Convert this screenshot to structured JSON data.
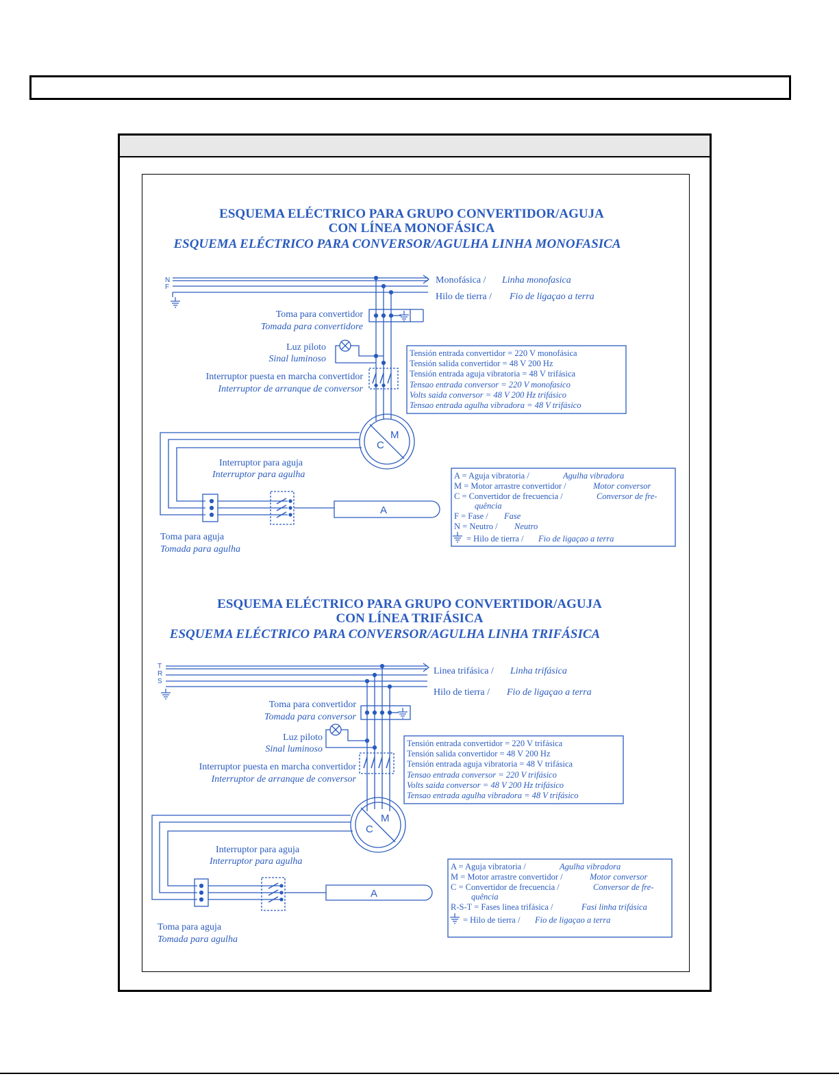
{
  "colors": {
    "ink": "#2a5bbf",
    "frame": "#000000",
    "header": "#e8e8e8"
  },
  "mono": {
    "title1": "ESQUEMA ELÉCTRICO PARA GRUPO CONVERTIDOR/AGUJA",
    "title2": "CON LÍNEA MONOFÁSICA",
    "title3": "ESQUEMA ELÉCTRICO PARA CONVERSOR/AGULHA LINHA MONOFASICA",
    "line_n": "N",
    "line_f": "F",
    "line_label_es": "Monofásica /",
    "line_label_pt": "Linha monofasica",
    "earth_label_es": "Hilo de tierra /",
    "earth_label_pt": "Fio de ligaçao a terra",
    "socket_es": "Toma para convertidor",
    "socket_pt": "Tomada para convertidore",
    "pilot_es": "Luz piloto",
    "pilot_pt": "Sinal luminoso",
    "switch_es": "Interruptor puesta en marcha convertidor",
    "switch_pt": "Interruptor de arranque de conversor",
    "needle_switch_es": "Interruptor para aguja",
    "needle_switch_pt": "Interruptor para agulha",
    "needle_socket_es": "Toma para aguja",
    "needle_socket_pt": "Tomada para agulha",
    "motor_m": "M",
    "motor_c": "C",
    "needle_a": "A",
    "spec": [
      "Tensión entrada convertidor = 220 V monofásica",
      "Tensión salida convertidor = 48 V 200 Hz",
      "Tensión entrada aguja vibratoria = 48 V trifásica",
      "Tensao entrada conversor = 220 V monofasico",
      "Volts saida conversor = 48 V 200 Hz trifásico",
      "Tensao entrada agulha vibradora = 48 V trifásico"
    ],
    "legend": [
      {
        "es": "A = Aguja vibratoria /",
        "pt": "Agulha vibradora"
      },
      {
        "es": "M = Motor arrastre convertidor /",
        "pt": "Motor conversor"
      },
      {
        "es": "C = Convertidor de frecuencia /",
        "pt": "Conversor de fre-"
      },
      {
        "es": "quência",
        "pt": ""
      },
      {
        "es": "F = Fase /",
        "pt": "Fase"
      },
      {
        "es": "N = Neutro /",
        "pt": "Neutro"
      },
      {
        "es": "= Hilo de tierra /",
        "pt": "Fio de ligaçao a terra"
      }
    ]
  },
  "tri": {
    "title1": "ESQUEMA ELÉCTRICO PARA GRUPO CONVERTIDOR/AGUJA",
    "title2": "CON LÍNEA TRIFÁSICA",
    "title3": "ESQUEMA ELÉCTRICO PARA CONVERSOR/AGULHA LINHA TRIFÁSICA",
    "line_t": "T",
    "line_r": "R",
    "line_s": "S",
    "line_label_es": "Linea trifásica /",
    "line_label_pt": "Linha trifásica",
    "earth_label_es": "Hilo de tierra /",
    "earth_label_pt": "Fio de ligaçao a terra",
    "socket_es": "Toma para convertidor",
    "socket_pt": "Tomada para conversor",
    "pilot_es": "Luz piloto",
    "pilot_pt": "Sinal luminoso",
    "switch_es": "Interruptor puesta en marcha convertidor",
    "switch_pt": "Interruptor de arranque de conversor",
    "needle_switch_es": "Interruptor para aguja",
    "needle_switch_pt": "Interruptor para agulha",
    "needle_socket_es": "Toma para aguja",
    "needle_socket_pt": "Tomada para agulha",
    "motor_m": "M",
    "motor_c": "C",
    "needle_a": "A",
    "spec": [
      "Tensión entrada convertidor = 220 V trifásica",
      "Tensión salida convertidor = 48 V 200 Hz",
      "Tensión entrada aguja vibratoria = 48 V trifásica",
      "Tensao entrada conversor = 220 V trifásico",
      "Volts saida conversor = 48 V 200 Hz trifásico",
      "Tensao entrada agulha vibradora = 48 V trifásico"
    ],
    "legend": [
      {
        "es": "A = Aguja vibratoria /",
        "pt": "Agulha vibradora"
      },
      {
        "es": "M = Motor arrastre convertidor /",
        "pt": "Motor conversor"
      },
      {
        "es": "C = Convertidor de frecuencia /",
        "pt": "Conversor de fre-"
      },
      {
        "es": "quência",
        "pt": ""
      },
      {
        "es": "R-S-T =    Fases linea trifásica /",
        "pt": "Fasi linha trifásica"
      },
      {
        "es": "= Hilo de tierra /",
        "pt": "Fio de ligaçao a terra"
      }
    ]
  }
}
